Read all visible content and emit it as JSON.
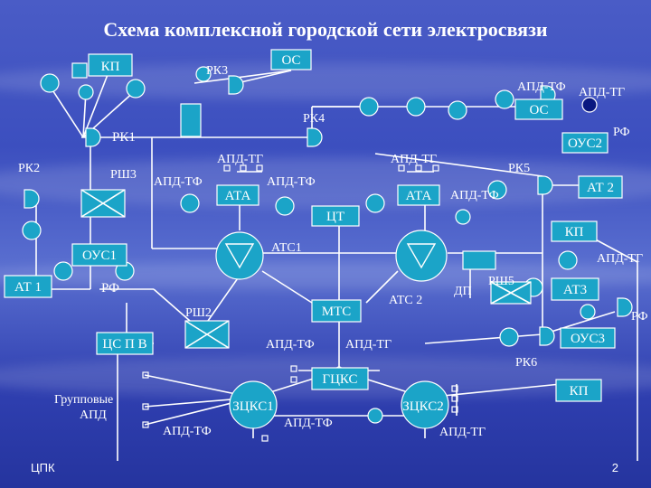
{
  "title": "Схема комплексной городской сети электросвязи",
  "footer": {
    "left": "ЦПК",
    "page": "2"
  },
  "labels": {
    "kp_top": "КП",
    "rk3": "РК3",
    "os_top": "ОС",
    "apd_tf_right": "АПД-ТФ",
    "apd_tg_right": "АПД-ТГ",
    "os_right": "ОС",
    "rk4": "РК4",
    "rk1": "РК1",
    "rf_right": "РФ",
    "ous2": "ОУС2",
    "rk2": "РК2",
    "apd_tg_a": "АПД-ТГ",
    "apd_tg_b": "АПД-ТГ",
    "rk5": "РК5",
    "rsh3": "РШ3",
    "apd_tf_a": "АПД-ТФ",
    "apd_tf_b": "АПД-ТФ",
    "at2": "АТ 2",
    "ata_a": "АТА",
    "ata_b": "АТА",
    "apd_tf_c": "АПД-ТФ",
    "ct": "ЦТ",
    "kp_mid": "КП",
    "ous1": "ОУС1",
    "atc1": "АТС1",
    "apd_tg_mid": "АПД-ТГ",
    "at1": "АТ 1",
    "rf_left": "РФ",
    "rsh5": "РШ5",
    "at3": "АТ3",
    "atc2": "АТС 2",
    "dp": "ДП",
    "mtc": "МТС",
    "rsh2": "РШ2",
    "rf_right2": "РФ",
    "cs_pv": "ЦС П В",
    "apd_tf_d": "АПД-ТФ",
    "apd_tg_d": "АПД-ТГ",
    "ous3": "ОУС3",
    "rk6": "РК6",
    "gtsks": "ГЦКС",
    "kp_low": "КП",
    "group_apd_1": "Групповые",
    "group_apd_2": "АПД",
    "zcks1": "ЗЦКС1",
    "zcks2": "ЗЦКС2",
    "apd_tf_e": "АПД-ТФ",
    "apd_tf_f": "АПД-ТФ",
    "apd_tg_e": "АПД-ТГ"
  },
  "colors": {
    "node_fill": "#1ba4c8",
    "line": "#ffffff",
    "dark_node": "#0a1880"
  }
}
